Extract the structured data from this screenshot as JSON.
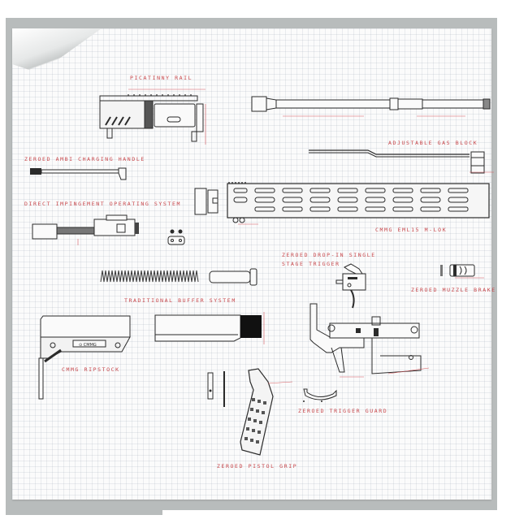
{
  "diagram": {
    "type": "exploded-parts-blueprint",
    "background": "grid-paper",
    "colors": {
      "label_red": "#c8464a",
      "line_art": "#2b2b2b",
      "paper": "#fbfbfb",
      "grid": "#c3c9d2",
      "frame": "#b8bcbc"
    },
    "labels": {
      "picatinny_rail": "PICATINNY RAIL",
      "adjustable_gas_block": "ADJUSTABLE GAS BLOCK",
      "charging_handle": "ZEROED AMBI CHARGING HANDLE",
      "operating_system": "DIRECT IMPINGEMENT OPERATING SYSTEM",
      "handguard": "CMMG EML15 M-LOK",
      "trigger": [
        "ZEROED DROP-IN SINGLE",
        "STAGE TRIGGER"
      ],
      "muzzle_brake": "ZEROED MUZZLE BRAKE",
      "buffer_system": "TRADITIONAL BUFFER SYSTEM",
      "ripstock": "CMMG RIPSTOCK",
      "trigger_guard": "ZEROED TRIGGER GUARD",
      "pistol_grip": "ZEROED PISTOL GRIP"
    },
    "parts": [
      {
        "id": "upper-receiver",
        "label_key": "picatinny_rail"
      },
      {
        "id": "barrel",
        "label_key": "adjustable_gas_block"
      },
      {
        "id": "gas-tube",
        "label_key": "adjustable_gas_block"
      },
      {
        "id": "charging-handle",
        "label_key": "charging_handle"
      },
      {
        "id": "bolt-carrier-group",
        "label_key": "operating_system"
      },
      {
        "id": "barrel-nut",
        "label_key": "handguard"
      },
      {
        "id": "handguard",
        "label_key": "handguard"
      },
      {
        "id": "handguard-nut-plate",
        "label_key": "handguard"
      },
      {
        "id": "trigger-assembly",
        "label_key": "trigger"
      },
      {
        "id": "muzzle-brake",
        "label_key": "muzzle_brake"
      },
      {
        "id": "buffer-spring",
        "label_key": "buffer_system"
      },
      {
        "id": "buffer",
        "label_key": "buffer_system"
      },
      {
        "id": "buffer-tube",
        "label_key": "buffer_system"
      },
      {
        "id": "stock",
        "label_key": "ripstock"
      },
      {
        "id": "lower-receiver",
        "label_key": "trigger_guard"
      },
      {
        "id": "trigger-guard",
        "label_key": "trigger_guard"
      },
      {
        "id": "pistol-grip",
        "label_key": "pistol_grip"
      },
      {
        "id": "grip-screw-pins",
        "label_key": "pistol_grip"
      }
    ]
  }
}
